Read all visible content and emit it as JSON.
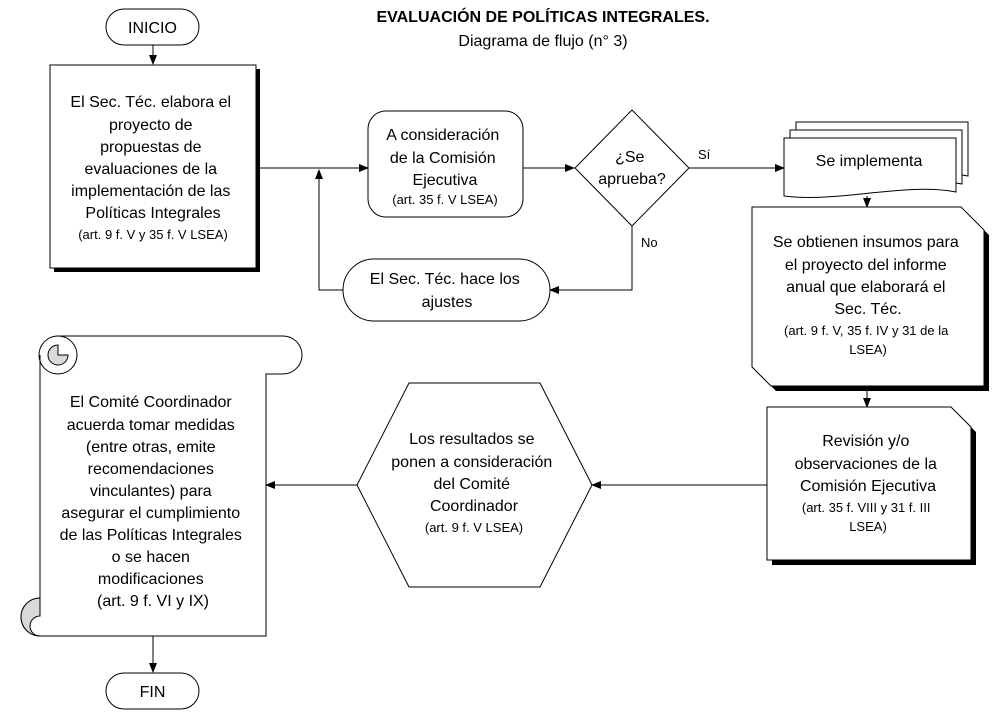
{
  "title": "EVALUACIÓN DE POLÍTICAS INTEGRALES.",
  "subtitle": "Diagrama de flujo (n° 3)",
  "nodes": {
    "start": {
      "label": "INICIO"
    },
    "elabora": {
      "lines": [
        "El Sec. Téc. elabora el",
        "proyecto de",
        "propuestas de",
        "evaluaciones de la",
        "implementación de las",
        "Políticas Integrales"
      ],
      "ref": "(art. 9 f. V y 35 f. V LSEA)"
    },
    "consideracion": {
      "lines": [
        "A consideración",
        "de la Comisión",
        "Ejecutiva"
      ],
      "ref": "(art. 35 f. V LSEA)"
    },
    "decision": {
      "lines": [
        "¿Se",
        "aprueba?"
      ]
    },
    "implementa": {
      "label": "Se implementa"
    },
    "ajustes": {
      "lines": [
        "El Sec. Téc. hace los",
        "ajustes"
      ]
    },
    "insumos": {
      "lines": [
        "Se obtienen insumos para",
        "el proyecto del informe",
        "anual que elaborará el",
        "Sec. Téc."
      ],
      "ref_lines": [
        "(art. 9 f. V, 35 f. IV y 31 de la",
        "LSEA)"
      ]
    },
    "revision": {
      "lines": [
        "Revisión y/o",
        "observaciones de la",
        "Comisión Ejecutiva"
      ],
      "ref_lines": [
        "(art. 35 f. VIII y 31 f. III",
        "LSEA)"
      ]
    },
    "resultados": {
      "lines": [
        "Los resultados se",
        "ponen a consideración",
        "del Comité",
        "Coordinador"
      ],
      "ref": "(art. 9 f. V LSEA)"
    },
    "comite": {
      "lines": [
        "El Comité Coordinador",
        "acuerda tomar medidas",
        "(entre otras, emite",
        "recomendaciones",
        "vinculantes) para",
        "asegurar el cumplimiento",
        "de las Políticas Integrales",
        "o se hacen",
        "modificaciones",
        "(art. 9 f. VI y IX)"
      ]
    },
    "end": {
      "label": "FIN"
    }
  },
  "edge_labels": {
    "yes": "Sí",
    "no": "No"
  }
}
